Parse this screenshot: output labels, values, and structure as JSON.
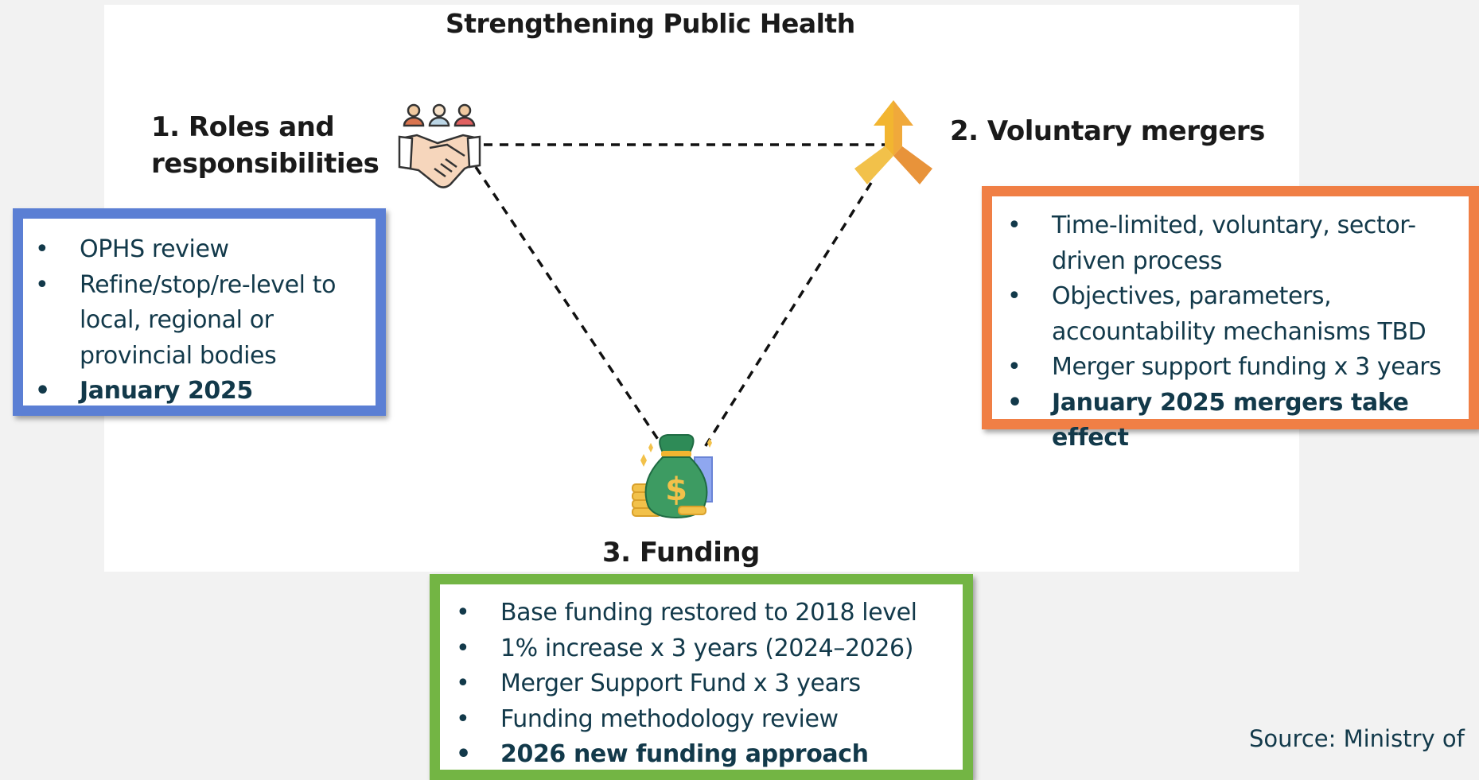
{
  "title": "Strengthening Public Health",
  "nodes": {
    "roles": {
      "label_line1": "1. Roles and",
      "label_line2": "responsibilities",
      "icon": "handshake-people-icon",
      "box_color": "#5b7fd4",
      "items": [
        "OPHS review",
        "Refine/stop/re-level to local, regional or provincial bodies"
      ],
      "highlight": "January 2025"
    },
    "mergers": {
      "label": "2. Voluntary mergers",
      "icon": "merge-arrow-icon",
      "box_color": "#f07f45",
      "items": [
        "Time-limited, voluntary, sector-driven process",
        "Objectives, parameters, accountability mechanisms TBD",
        "Merger support funding x 3 years"
      ],
      "highlight": "January 2025 mergers take effect"
    },
    "funding": {
      "label": "3. Funding",
      "icon": "money-bag-icon",
      "box_color": "#73b544",
      "items": [
        "Base funding restored to 2018 level",
        "1% increase x 3 years (2024–2026)",
        "Merger Support Fund x 3 years",
        "Funding methodology review"
      ],
      "highlight": "2026 new funding approach"
    }
  },
  "source": "Source: Ministry of"
}
